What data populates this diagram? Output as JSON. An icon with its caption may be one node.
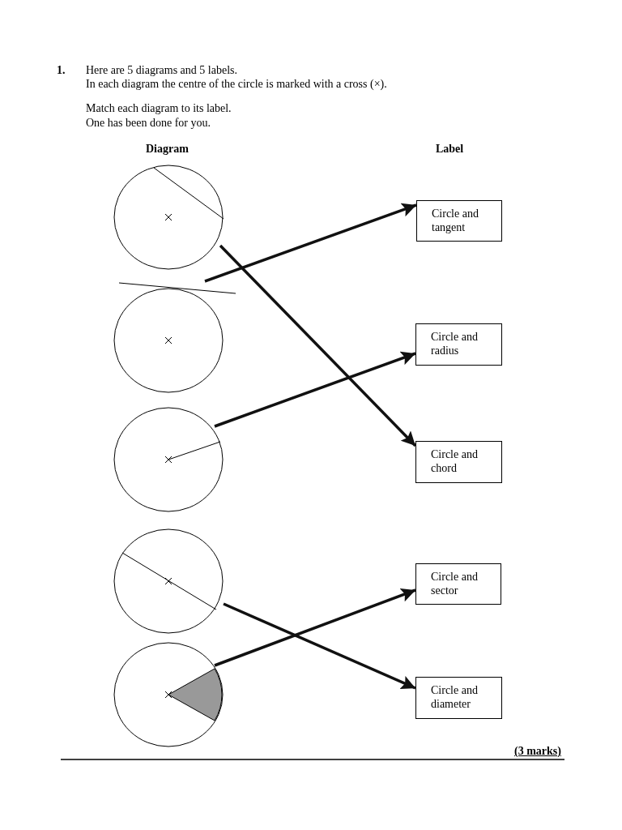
{
  "diagram": {
    "nodes": [
      {
        "text": [],
        "shape": "circle"
      },
      {
        "text": [],
        "shape": "circle"
      },
      {
        "text": [],
        "shape": "circle"
      },
      {
        "text": [],
        "shape": "circle"
      },
      {
        "text": [],
        "shape": "circle"
      },
      {
        "text": [
          "Circle and tangent"
        ]
      },
      {
        "text": [
          "Circle and radius"
        ]
      },
      {
        "text": [
          "Circle and chord"
        ]
      },
      {
        "text": [
          "Circle and sector"
        ]
      },
      {
        "text": [
          "Circle and diameter"
        ]
      }
    ],
    "edges": [
      {
        "from": 0,
        "to": 7,
        "arrow": "to"
      },
      {
        "from": 1,
        "to": 5,
        "arrow": "to"
      },
      {
        "from": 2,
        "to": 6,
        "arrow": "to"
      },
      {
        "from": 3,
        "to": 9,
        "arrow": "to"
      },
      {
        "from": 4,
        "to": 8,
        "arrow": "to"
      }
    ],
    "labels": [
      "1.",
      "Here are 5 diagrams and 5 labels.",
      "In each diagram the centre of the circle is marked with a cross (×).",
      "Match each diagram to its label.",
      "One has been done for you.",
      "Diagram",
      "Label",
      "(3 marks)"
    ]
  }
}
